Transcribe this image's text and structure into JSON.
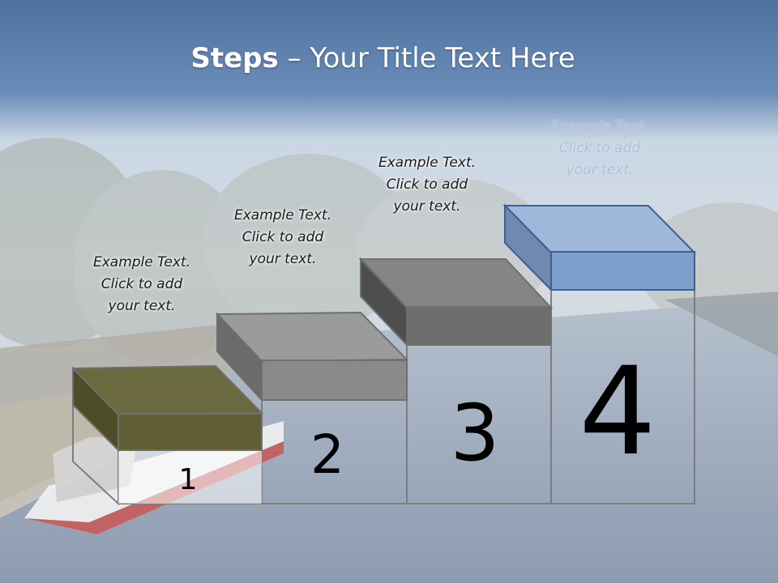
{
  "title": {
    "bold": "Steps",
    "rest": " – Your Title Text Here"
  },
  "steps": [
    {
      "number": "1",
      "caption": [
        "Example Text.",
        "Click  to add",
        "your text."
      ],
      "color": "#5f5e34"
    },
    {
      "number": "2",
      "caption": [
        "Example Text.",
        "Click  to add",
        "your text."
      ],
      "color": "#8a8a8a"
    },
    {
      "number": "3",
      "caption": [
        "Example Text.",
        "Click  to add",
        "your text."
      ],
      "color": "#6e6e6e"
    },
    {
      "number": "4",
      "caption": [
        "Example Text.",
        "Click  to add",
        "your text."
      ],
      "color": "#7f9fcc"
    }
  ],
  "colors": {
    "header": "#5b7eab",
    "water": "#a9b6c6",
    "outline": "#7a7a7a"
  }
}
